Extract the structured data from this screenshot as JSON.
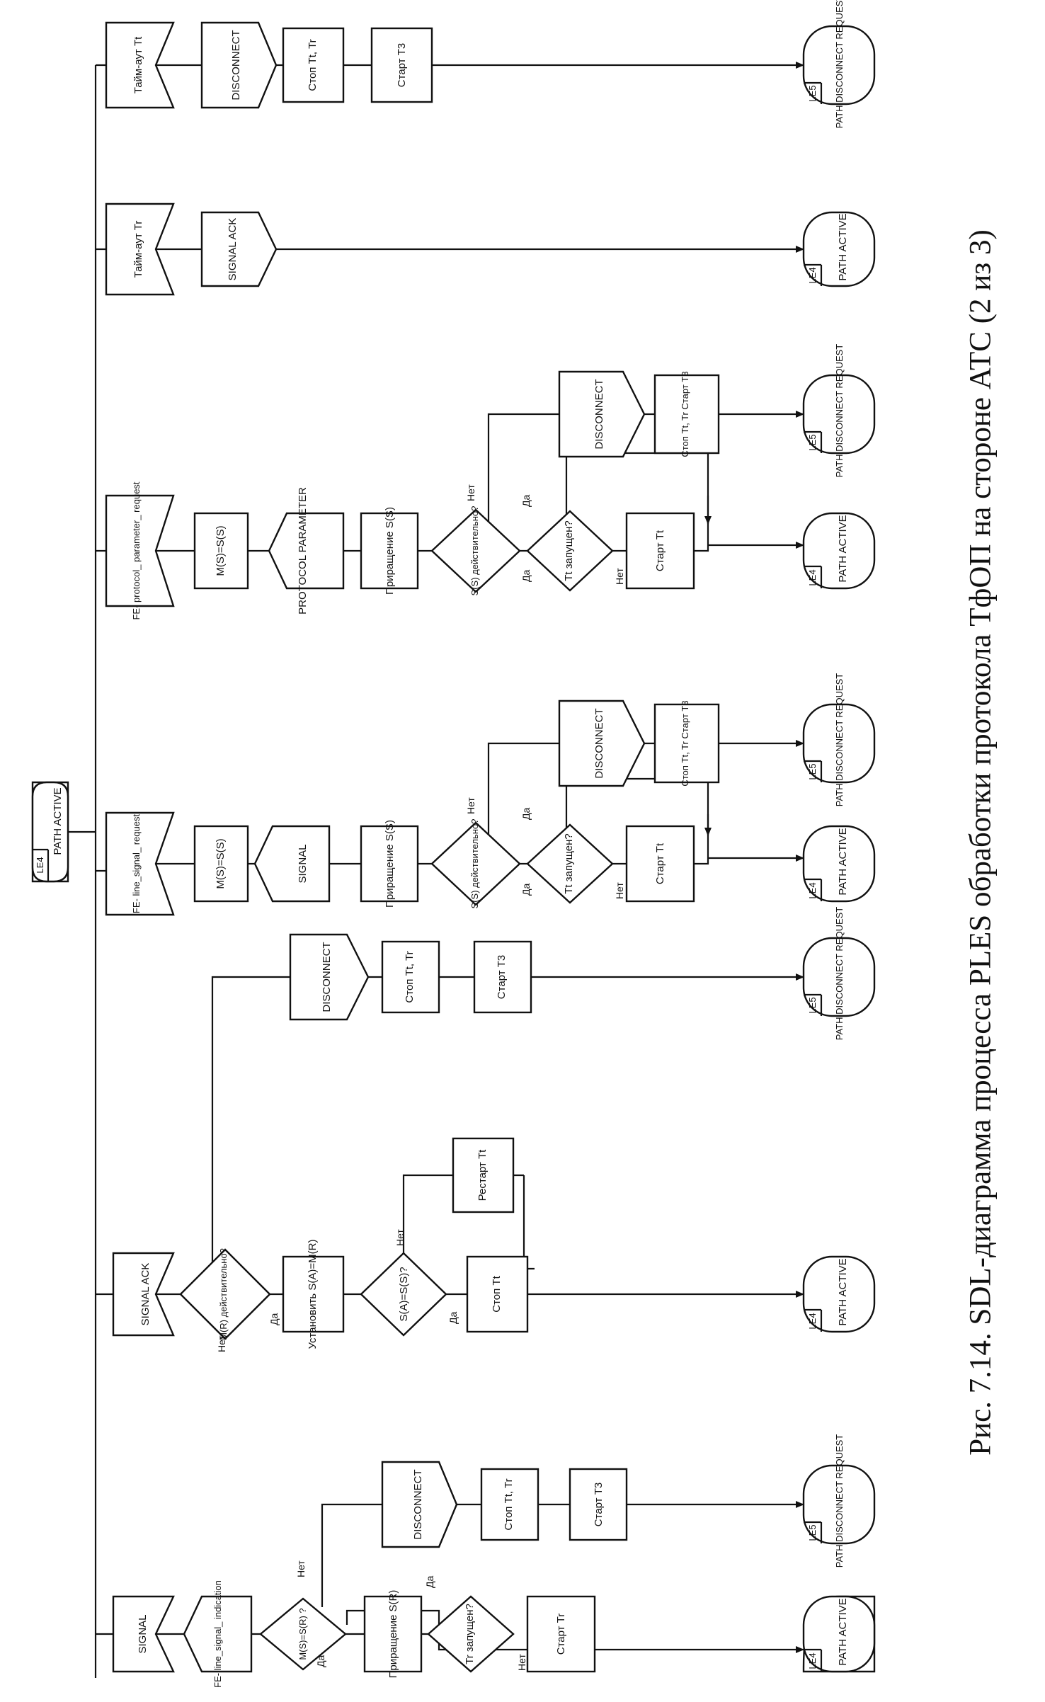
{
  "caption": "Рис. 7.14.  SDL-диаграмма процесса PLES обработки протокола ТфОП на стороне АТС (2 из 3)",
  "start_state": {
    "tag": "LE4",
    "label": "PATH ACTIVE"
  },
  "inputs": {
    "signal": "SIGNAL",
    "signal_ack": "SIGNAL ACK",
    "fe_line_signal_request": "FE- line_signal_ request",
    "fe_protocol_parameter_request": "FE- protocol_ parameter_ request",
    "timeout_tr": "Тайм-аут Tr",
    "timeout_tt": "Тайм-аут Tt"
  },
  "col1": {
    "output_fe": "FE- line_signal_ indication",
    "decision1": "M(S)=S(R) ?",
    "increment": "Приращение S(R)",
    "decision2": "Tr запущен?",
    "start_tr": "Старт Tr",
    "state_active": {
      "tag": "LE4",
      "label": "PATH ACTIVE"
    },
    "disconnect": "DISCONNECT",
    "stop": "Стоп Tt, Tr",
    "start_t3": "Старт Т3",
    "state_disc": {
      "tag": "LE5",
      "label": "PATH DISCONNECT REQUEST"
    }
  },
  "col2": {
    "decision1": "M(R) действительно?",
    "set": "Установить S(A)=M(R)",
    "decision2": "S(A)=S(S)?",
    "stop_tt": "Стоп Tt",
    "restart_tt": "Рестарт Tt",
    "state_active": {
      "tag": "LE4",
      "label": "PATH ACTIVE"
    },
    "disconnect": "DISCONNECT",
    "stop": "Стоп Tt, Tr",
    "start_t3": "Старт Т3",
    "state_disc": {
      "tag": "LE5",
      "label": "PATH DISCONNECT REQUEST"
    }
  },
  "col3": {
    "task1": "M(S)=S(S)",
    "output": "SIGNAL",
    "increment": "Приращение S(S)",
    "decision1": "S(S) действительно?",
    "decision2": "Tt запущен?",
    "start_tt": "Старт Tt",
    "state_active": {
      "tag": "LE4",
      "label": "PATH ACTIVE"
    },
    "disconnect": "DISCONNECT",
    "stop_start": "Стоп Tt, Tr Старт Т3",
    "state_disc": {
      "tag": "LE5",
      "label": "PATH DISCONNECT REQUEST"
    }
  },
  "col4": {
    "task1": "M(S)=S(S)",
    "output": "PROTOCOL PARAMETER",
    "increment": "Приращение S(S)",
    "decision1": "S(S) действительно?",
    "decision2": "Tt запущен?",
    "start_tt": "Старт Tt",
    "state_active": {
      "tag": "LE4",
      "label": "PATH ACTIVE"
    },
    "disconnect": "DISCONNECT",
    "stop_start": "Стоп Tt, Tr Старт Т3",
    "state_disc": {
      "tag": "LE5",
      "label": "PATH DISCONNECT REQUEST"
    }
  },
  "col5": {
    "output": "SIGNAL ACK",
    "state_active": {
      "tag": "LE4",
      "label": "PATH ACTIVE"
    }
  },
  "col6": {
    "output": "DISCONNECT",
    "stop": "Стоп Tt, Tr",
    "start_t3": "Старт Т3",
    "state_disc": {
      "tag": "LE5",
      "label": "PATH DISCONNECT REQUEST"
    }
  },
  "branch_labels": {
    "yes": "Да",
    "no": "Нет"
  }
}
